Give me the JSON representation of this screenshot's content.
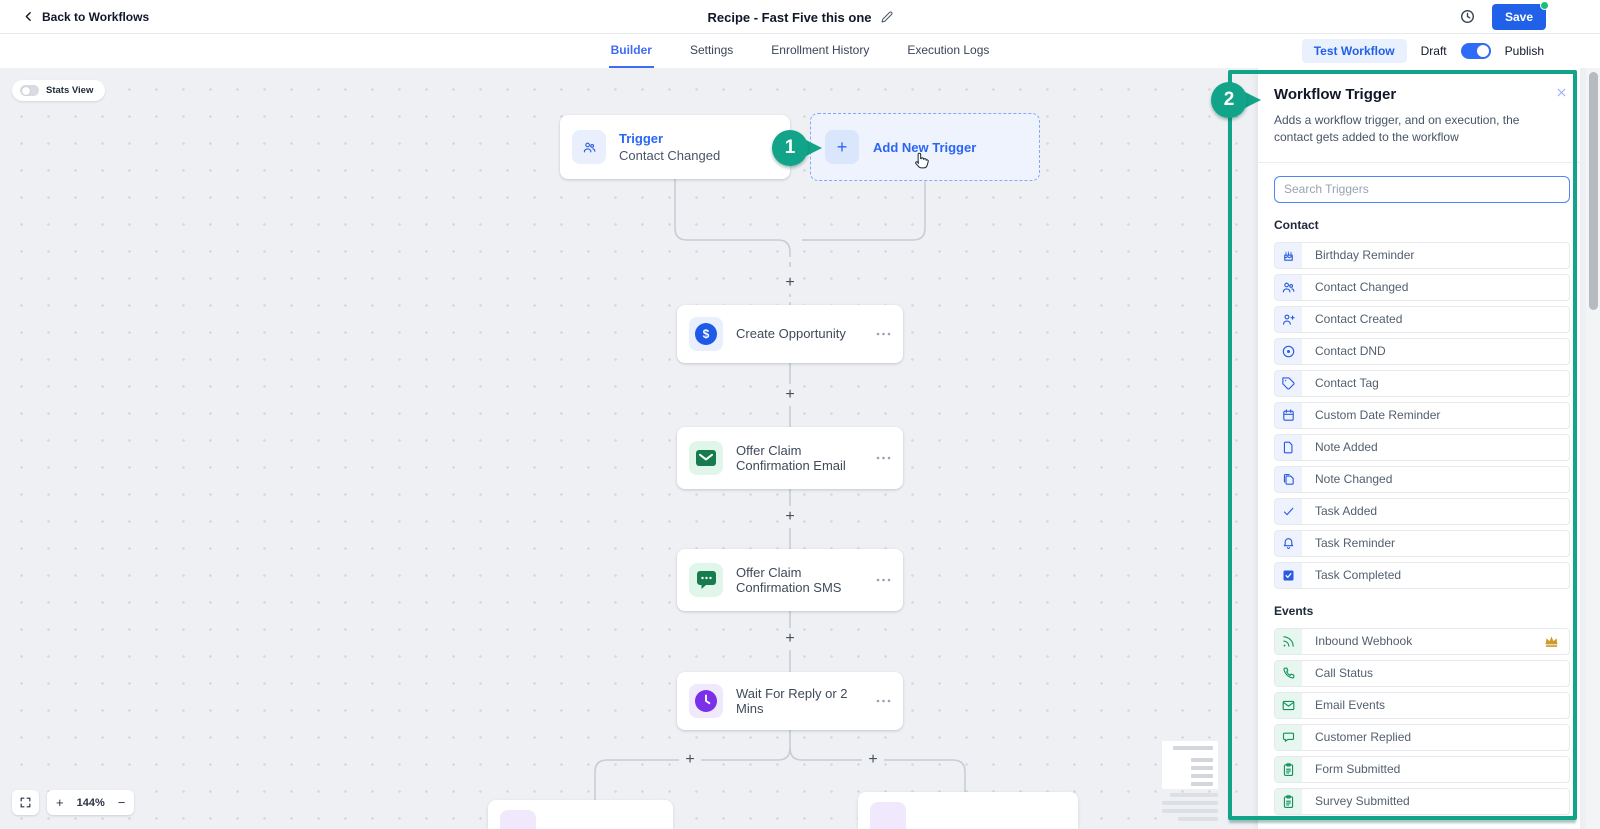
{
  "topbar": {
    "back_label": "Back to Workflows",
    "title": "Recipe - Fast Five this one",
    "save_label": "Save"
  },
  "tabbar": {
    "tabs": [
      {
        "label": "Builder",
        "active": true
      },
      {
        "label": "Settings",
        "active": false
      },
      {
        "label": "Enrollment History",
        "active": false
      },
      {
        "label": "Execution Logs",
        "active": false
      }
    ],
    "test_workflow_label": "Test Workflow",
    "draft_label": "Draft",
    "publish_label": "Publish",
    "publish_toggle_on": true
  },
  "canvas": {
    "stats_view_label": "Stats View",
    "stats_view_on": false,
    "trigger_card": {
      "title": "Trigger",
      "subtitle": "Contact Changed",
      "icon": "users-icon"
    },
    "add_trigger": {
      "label": "Add New Trigger",
      "icon": "plus-icon"
    },
    "nodes": [
      {
        "title": "Create Opportunity",
        "icon": "opportunity-icon"
      },
      {
        "title": "Offer Claim Confirmation Email",
        "icon": "email-icon"
      },
      {
        "title": "Offer Claim Confirmation SMS",
        "icon": "sms-icon"
      },
      {
        "title": "Wait For Reply or 2 Mins",
        "icon": "wait-icon"
      }
    ],
    "zoom": {
      "level": "144%",
      "zoom_in": "+",
      "zoom_out": "−"
    }
  },
  "callouts": {
    "step1": "1",
    "step2": "2"
  },
  "panel": {
    "title": "Workflow Trigger",
    "description": "Adds a workflow trigger, and on execution, the contact gets added to the workflow",
    "search_placeholder": "Search Triggers",
    "sections": [
      {
        "label": "Contact",
        "theme": "blue",
        "items": [
          {
            "label": "Birthday Reminder",
            "icon": "cake-icon"
          },
          {
            "label": "Contact Changed",
            "icon": "users-icon"
          },
          {
            "label": "Contact Created",
            "icon": "user-plus-icon"
          },
          {
            "label": "Contact DND",
            "icon": "dnd-icon"
          },
          {
            "label": "Contact Tag",
            "icon": "tag-icon"
          },
          {
            "label": "Custom Date Reminder",
            "icon": "calendar-icon"
          },
          {
            "label": "Note Added",
            "icon": "note-icon"
          },
          {
            "label": "Note Changed",
            "icon": "note-changed-icon"
          },
          {
            "label": "Task Added",
            "icon": "check-icon"
          },
          {
            "label": "Task Reminder",
            "icon": "bell-icon"
          },
          {
            "label": "Task Completed",
            "icon": "task-completed-icon"
          }
        ]
      },
      {
        "label": "Events",
        "theme": "green",
        "items": [
          {
            "label": "Inbound Webhook",
            "icon": "webhook-icon",
            "premium": true
          },
          {
            "label": "Call Status",
            "icon": "phone-icon"
          },
          {
            "label": "Email Events",
            "icon": "mail-icon"
          },
          {
            "label": "Customer Replied",
            "icon": "chat-icon"
          },
          {
            "label": "Form Submitted",
            "icon": "clipboard-icon"
          },
          {
            "label": "Survey Submitted",
            "icon": "clipboard-icon"
          }
        ]
      }
    ]
  },
  "colors": {
    "accent_blue": "#2a65f5",
    "highlight_teal": "#12a489",
    "event_green": "#12915f",
    "contact_blue": "#2a5be0",
    "premium_gold": "#c9992e",
    "save_green_dot": "#17c07a"
  }
}
